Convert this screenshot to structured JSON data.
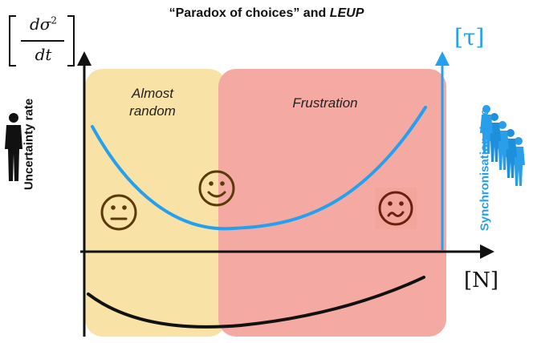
{
  "title": {
    "prefix": "“Paradox of choices” and ",
    "italic": "LEUP"
  },
  "left_axis": {
    "label": "Uncertainty rate",
    "fraction_numerator": "dσ",
    "fraction_superscript": "2",
    "fraction_denominator": "dt"
  },
  "right_axis": {
    "label": "Synchronisation time",
    "symbol": "[τ]"
  },
  "x_axis": {
    "symbol": "[N]"
  },
  "regions": {
    "almost_random": "Almost random",
    "frustration": "Frustration"
  },
  "colors": {
    "almost_random_fill": "#f8e2a6",
    "frustration_fill": "#f4aaa2",
    "blue_curve": "#23a0f0",
    "black_curve": "#111111",
    "left_axis": "#111111",
    "right_axis": "#23a0f0"
  },
  "icons": {
    "neutral": "neutral-face-icon",
    "smile": "smiling-face-icon",
    "worried": "worried-face-icon",
    "person": "standing-person-icon",
    "crowd": "crowd-of-people-icon"
  }
}
